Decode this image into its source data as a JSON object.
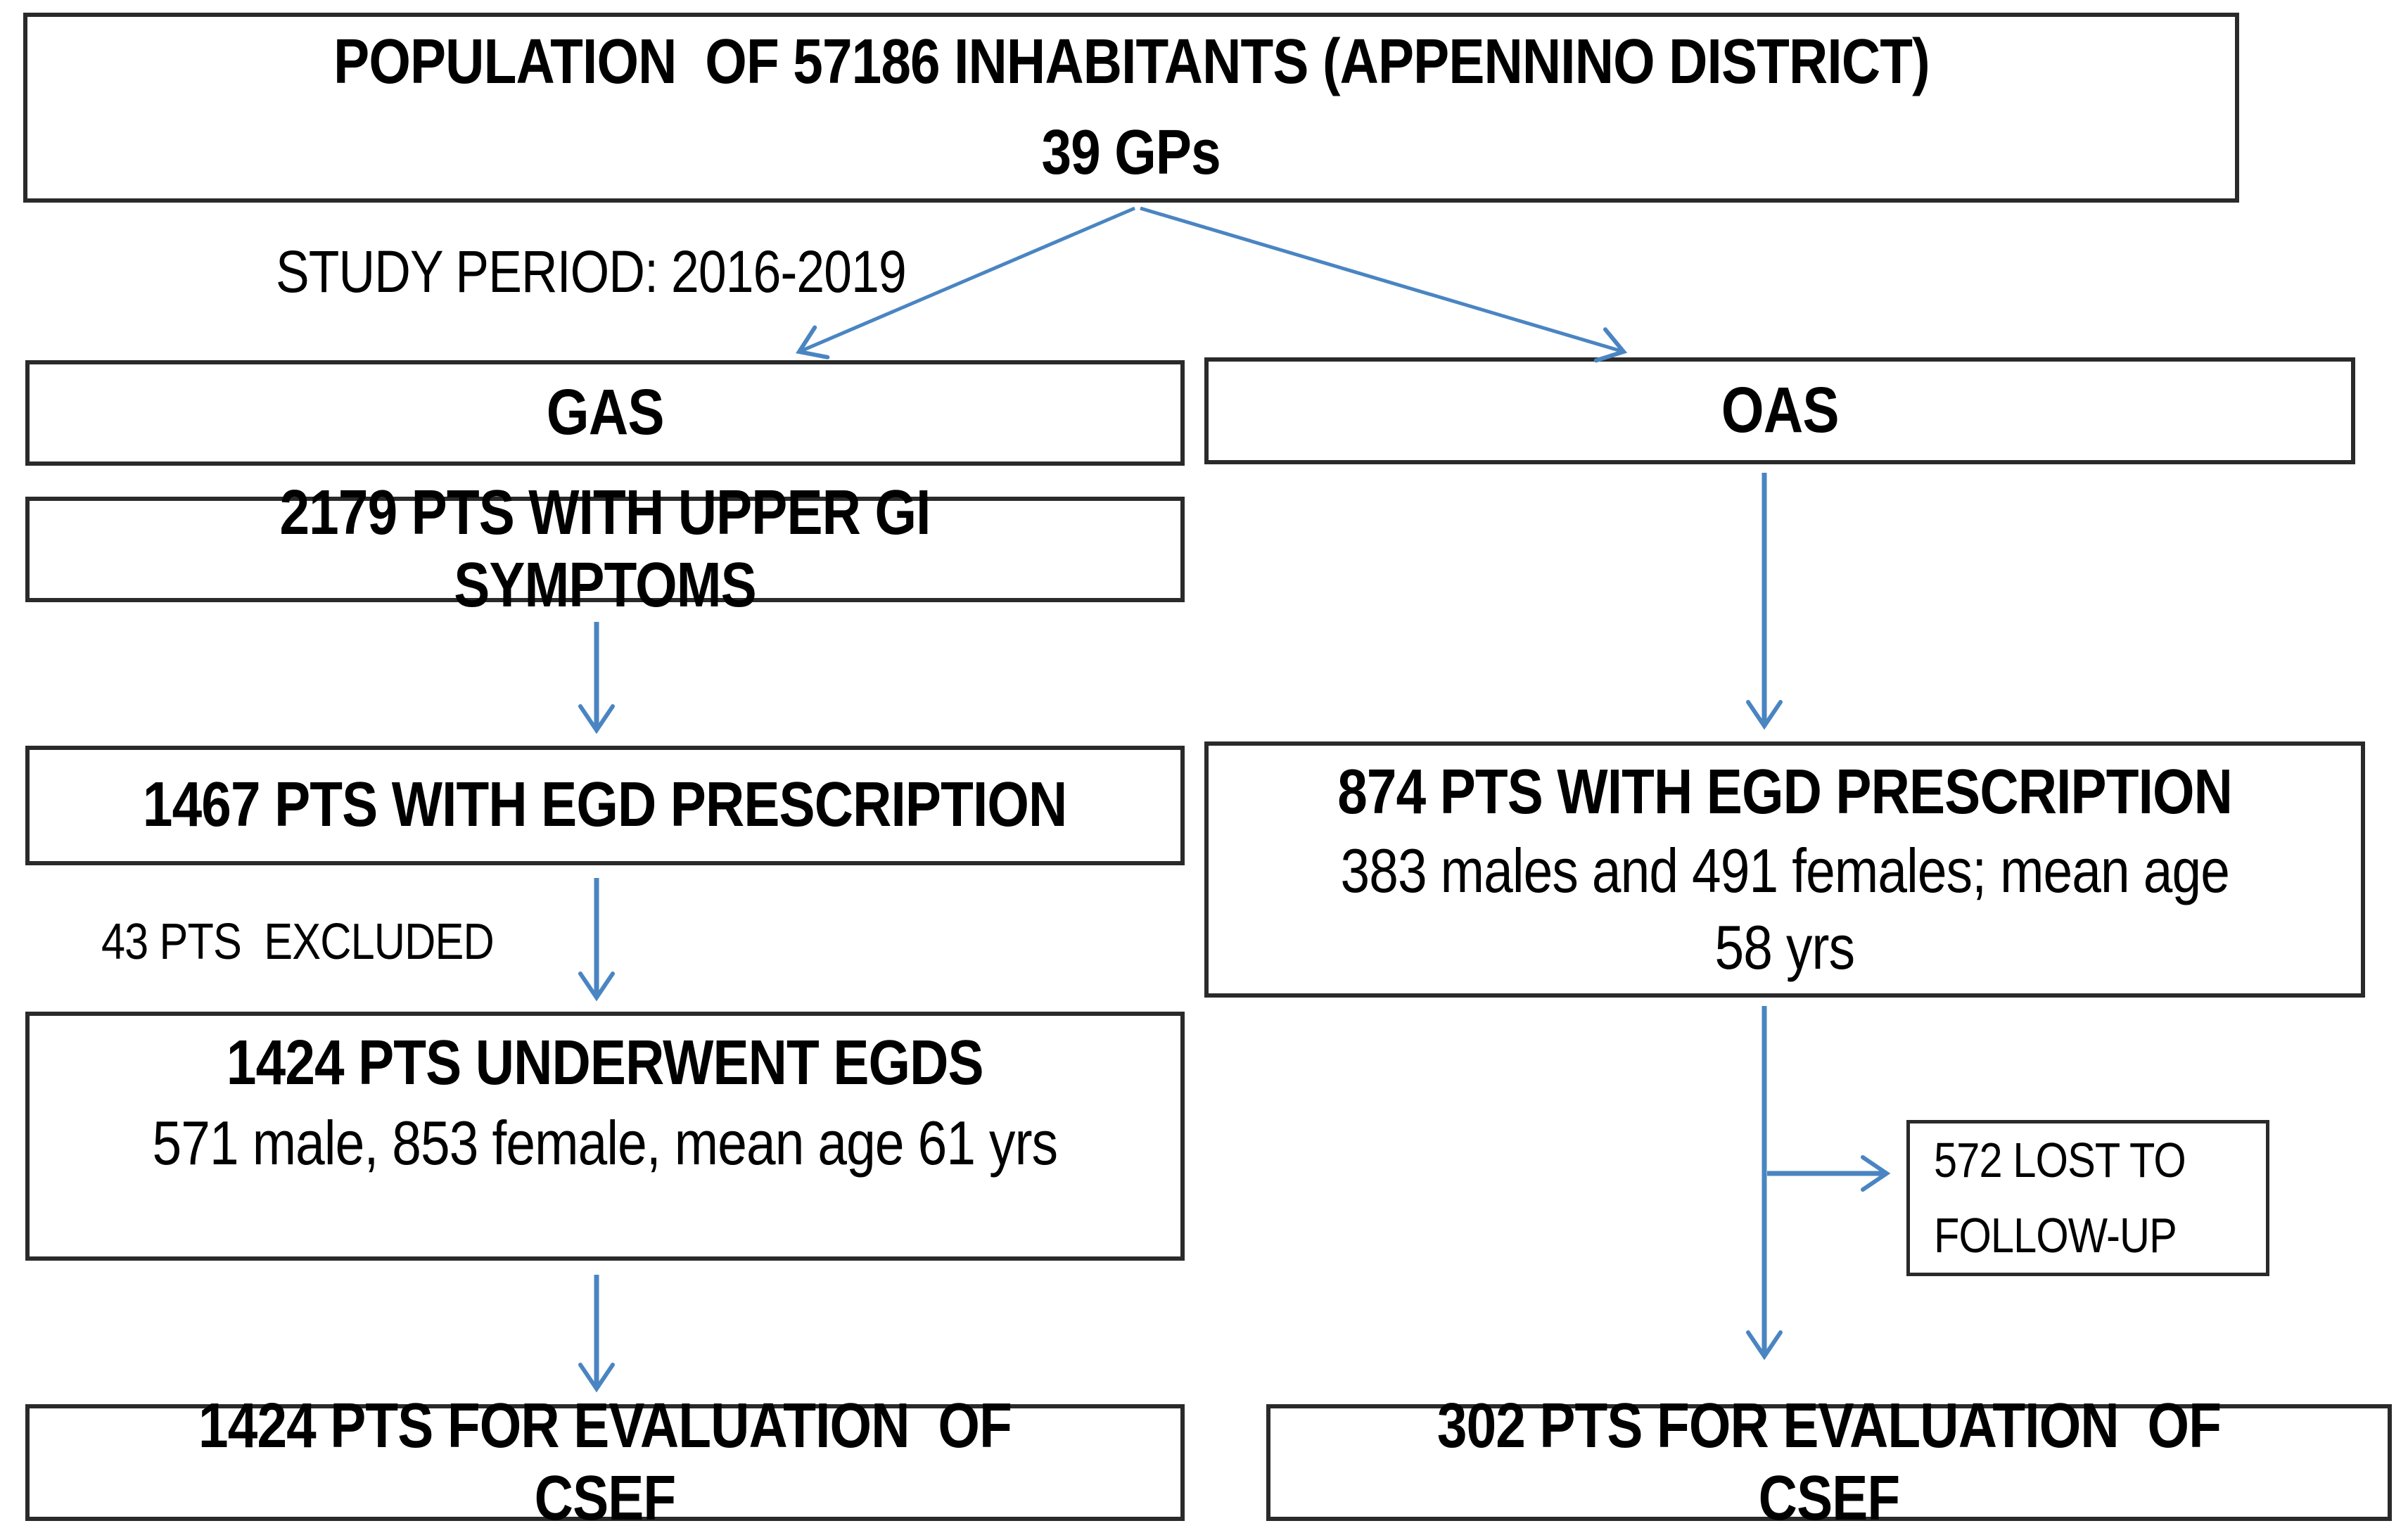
{
  "colors": {
    "arrow_blue": "#4a85c2",
    "box_border": "#2a2a2a",
    "text": "#000000",
    "background": "#ffffff"
  },
  "top_box": {
    "line1": "POPULATION  OF 57186 INHABITANTS (APPENNINO DISTRICT)",
    "line2": "39 GPs"
  },
  "study_period": {
    "label": "STUDY PERIOD: 2016-2019"
  },
  "gas_branch": {
    "header": "GAS",
    "symptoms": "2179 PTS WITH UPPER GI SYMPTOMS",
    "prescription": "1467 PTS WITH EGD PRESCRIPTION",
    "excluded_note": "43 PTS  EXCLUDED",
    "egds": {
      "line1": "1424 PTS UNDERWENT EGDS",
      "line2": "571 male, 853 female, mean age 61 yrs"
    },
    "evaluation": "1424 PTS FOR EVALUATION  OF CSEF"
  },
  "oas_branch": {
    "header": "OAS",
    "prescription": {
      "line1": "874 PTS WITH EGD PRESCRIPTION",
      "line2": "383 males and 491 females; mean age",
      "line3": "58 yrs"
    },
    "lost_to_followup": {
      "line1": "572 LOST TO",
      "line2": "FOLLOW-UP"
    },
    "evaluation": "302 PTS FOR EVALUATION  OF CSEF"
  }
}
